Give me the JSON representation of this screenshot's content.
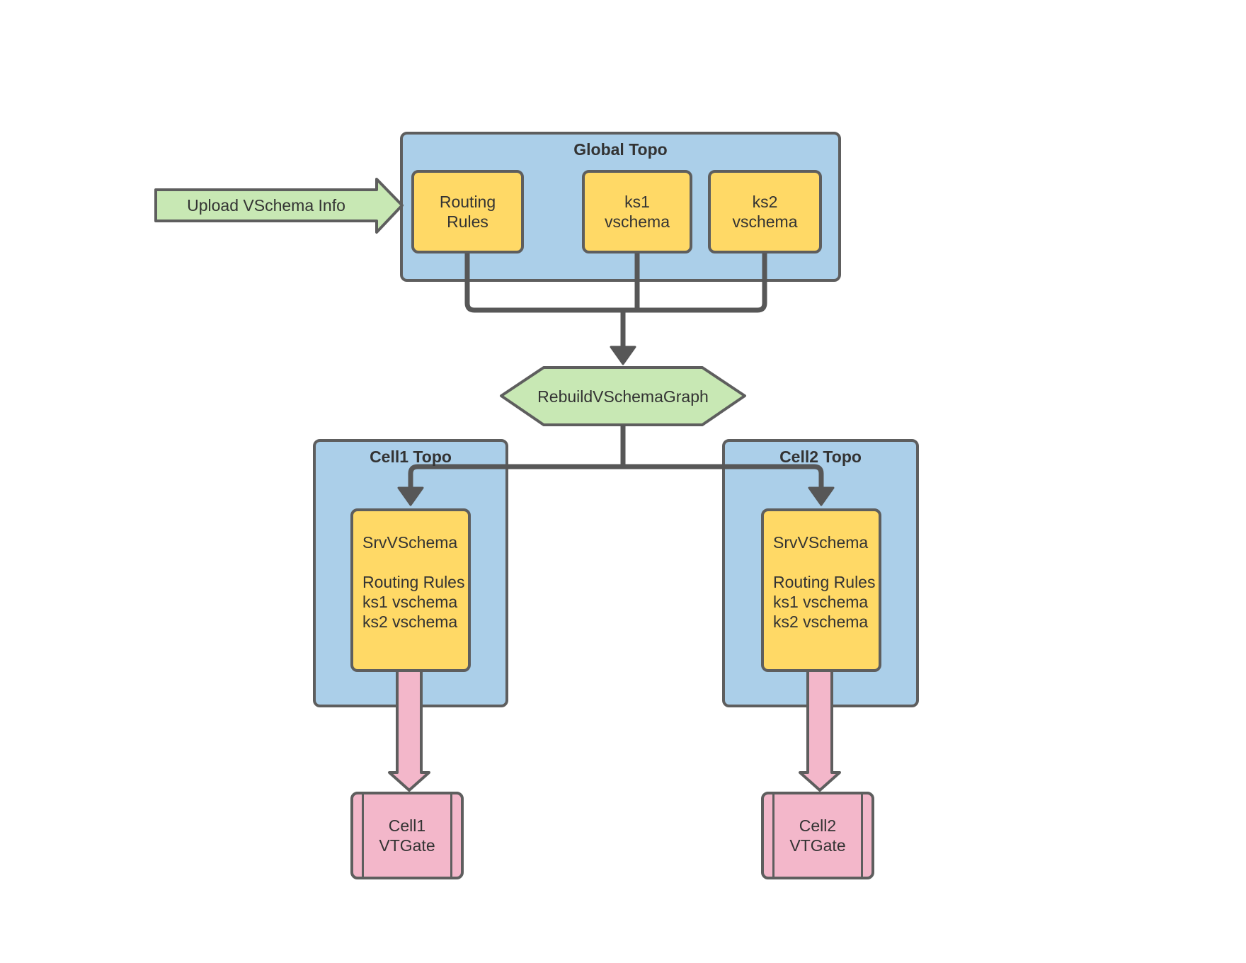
{
  "diagram": {
    "upload_arrow": {
      "label": "Upload VSchema Info"
    },
    "global_topo": {
      "title": "Global Topo",
      "boxes": [
        {
          "lines": [
            "Routing",
            "Rules"
          ]
        },
        {
          "lines": [
            "ks1",
            "vschema"
          ]
        },
        {
          "lines": [
            "ks2",
            "vschema"
          ]
        }
      ]
    },
    "rebuild_step": {
      "label": "RebuildVSchemaGraph"
    },
    "cells": [
      {
        "title": "Cell1 Topo",
        "srv_box": {
          "lines": [
            "SrvVSchema",
            "",
            "Routing Rules",
            "ks1 vschema",
            "ks2 vschema"
          ]
        },
        "vtgate": {
          "lines": [
            "Cell1",
            "VTGate"
          ]
        }
      },
      {
        "title": "Cell2 Topo",
        "srv_box": {
          "lines": [
            "SrvVSchema",
            "",
            "Routing Rules",
            "ks1 vschema",
            "ks2 vschema"
          ]
        },
        "vtgate": {
          "lines": [
            "Cell2",
            "VTGate"
          ]
        }
      }
    ],
    "colors": {
      "container_fill": "#ABCFE9",
      "data_fill": "#FFD966",
      "action_fill": "#C8E8B4",
      "gateway_fill": "#F3B7CA",
      "shape_stroke": "#5E5E5E",
      "connector_stroke": "#575757",
      "text_color": "#333333"
    }
  }
}
